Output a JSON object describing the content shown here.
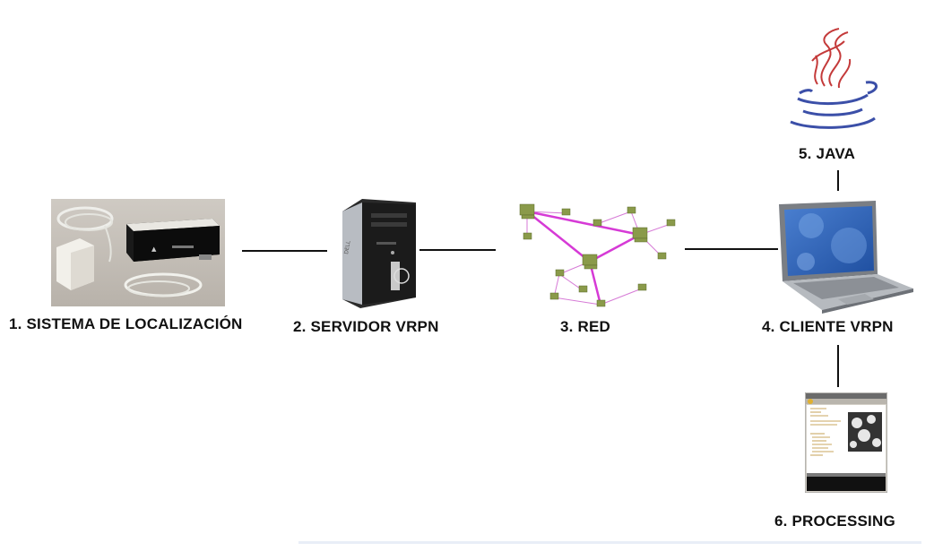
{
  "diagram": {
    "nodes": [
      {
        "id": "tracker",
        "number": "1.",
        "label": "SISTEMA DE LOCALIZACIÓN"
      },
      {
        "id": "server",
        "number": "2.",
        "label": "SERVIDOR VRPN"
      },
      {
        "id": "network",
        "number": "3.",
        "label": "RED"
      },
      {
        "id": "client",
        "number": "4.",
        "label": "CLIENTE VRPN"
      },
      {
        "id": "java",
        "number": "5.",
        "label": "JAVA"
      },
      {
        "id": "processing",
        "number": "6.",
        "label": "PROCESSING"
      }
    ],
    "edges": [
      {
        "from": "tracker",
        "to": "server"
      },
      {
        "from": "server",
        "to": "network"
      },
      {
        "from": "network",
        "to": "client"
      },
      {
        "from": "client",
        "to": "java"
      },
      {
        "from": "client",
        "to": "processing"
      }
    ]
  }
}
